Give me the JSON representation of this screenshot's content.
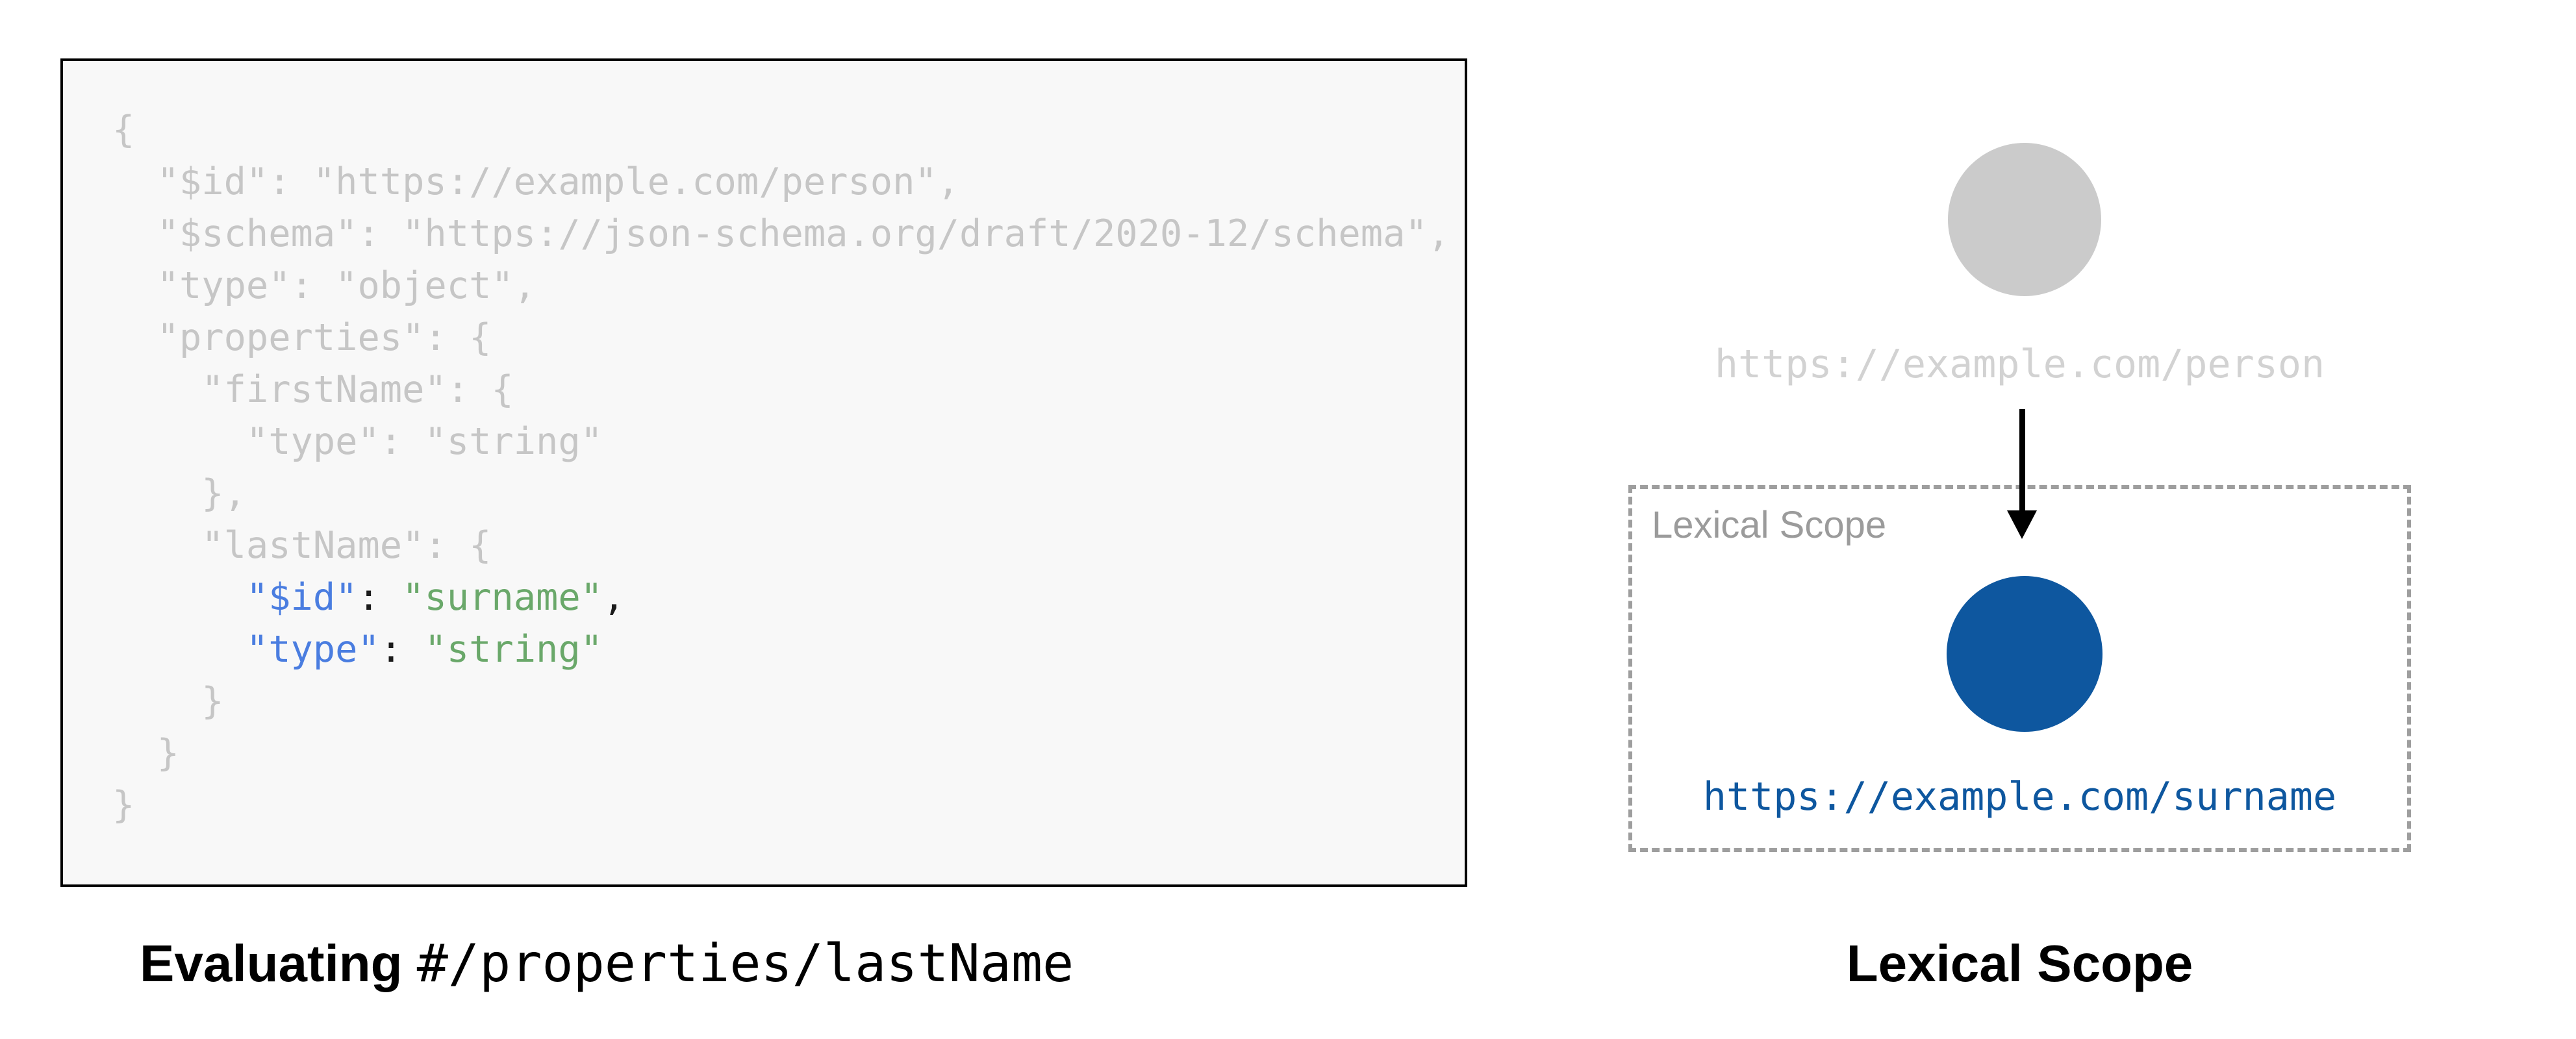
{
  "canvas": {
    "background": "#ffffff"
  },
  "left_figure": {
    "code_box": {
      "background": "#f8f8f8",
      "border_color": "#000000",
      "faded_text_color": "#c6c6c6",
      "key_color": "#4a7de0",
      "string_color": "#6aa86a",
      "punctuation_color": "#1b1b1b",
      "lines": [
        [
          {
            "t": "{",
            "c": "faded"
          }
        ],
        [
          {
            "t": "  \"$id\": \"https://example.com/person\",",
            "c": "faded"
          }
        ],
        [
          {
            "t": "  \"$schema\": \"https://json-schema.org/draft/2020-12/schema\",",
            "c": "faded"
          }
        ],
        [
          {
            "t": "  \"type\": \"object\",",
            "c": "faded"
          }
        ],
        [
          {
            "t": "  \"properties\": {",
            "c": "faded"
          }
        ],
        [
          {
            "t": "    \"firstName\": {",
            "c": "faded"
          }
        ],
        [
          {
            "t": "      \"type\": \"string\"",
            "c": "faded"
          }
        ],
        [
          {
            "t": "    },",
            "c": "faded"
          }
        ],
        [
          {
            "t": "    \"lastName\": {",
            "c": "faded"
          }
        ],
        [
          {
            "t": "      ",
            "c": "faded"
          },
          {
            "t": "\"$id\"",
            "c": "key"
          },
          {
            "t": ": ",
            "c": "punct"
          },
          {
            "t": "\"surname\"",
            "c": "str"
          },
          {
            "t": ",",
            "c": "punct"
          }
        ],
        [
          {
            "t": "      ",
            "c": "faded"
          },
          {
            "t": "\"type\"",
            "c": "key"
          },
          {
            "t": ": ",
            "c": "punct"
          },
          {
            "t": "\"string\"",
            "c": "str"
          }
        ],
        [
          {
            "t": "    }",
            "c": "faded"
          }
        ],
        [
          {
            "t": "  }",
            "c": "faded"
          }
        ],
        [
          {
            "t": "}",
            "c": "faded"
          }
        ]
      ]
    },
    "caption": {
      "bold": "Evaluating",
      "mono": "#/properties/lastName"
    }
  },
  "right_figure": {
    "parent_node": {
      "circle_color": "#cbcbcb",
      "label": "https://example.com/person",
      "label_color": "#d2d2d2"
    },
    "arrow_color": "#000000",
    "scope_box": {
      "title": "Lexical Scope",
      "title_color": "#9b9b9b",
      "border_color": "#9e9e9e"
    },
    "child_node": {
      "circle_color": "#0e579f",
      "label": "https://example.com/surname",
      "label_color": "#0e579f"
    },
    "caption": "Lexical Scope"
  }
}
